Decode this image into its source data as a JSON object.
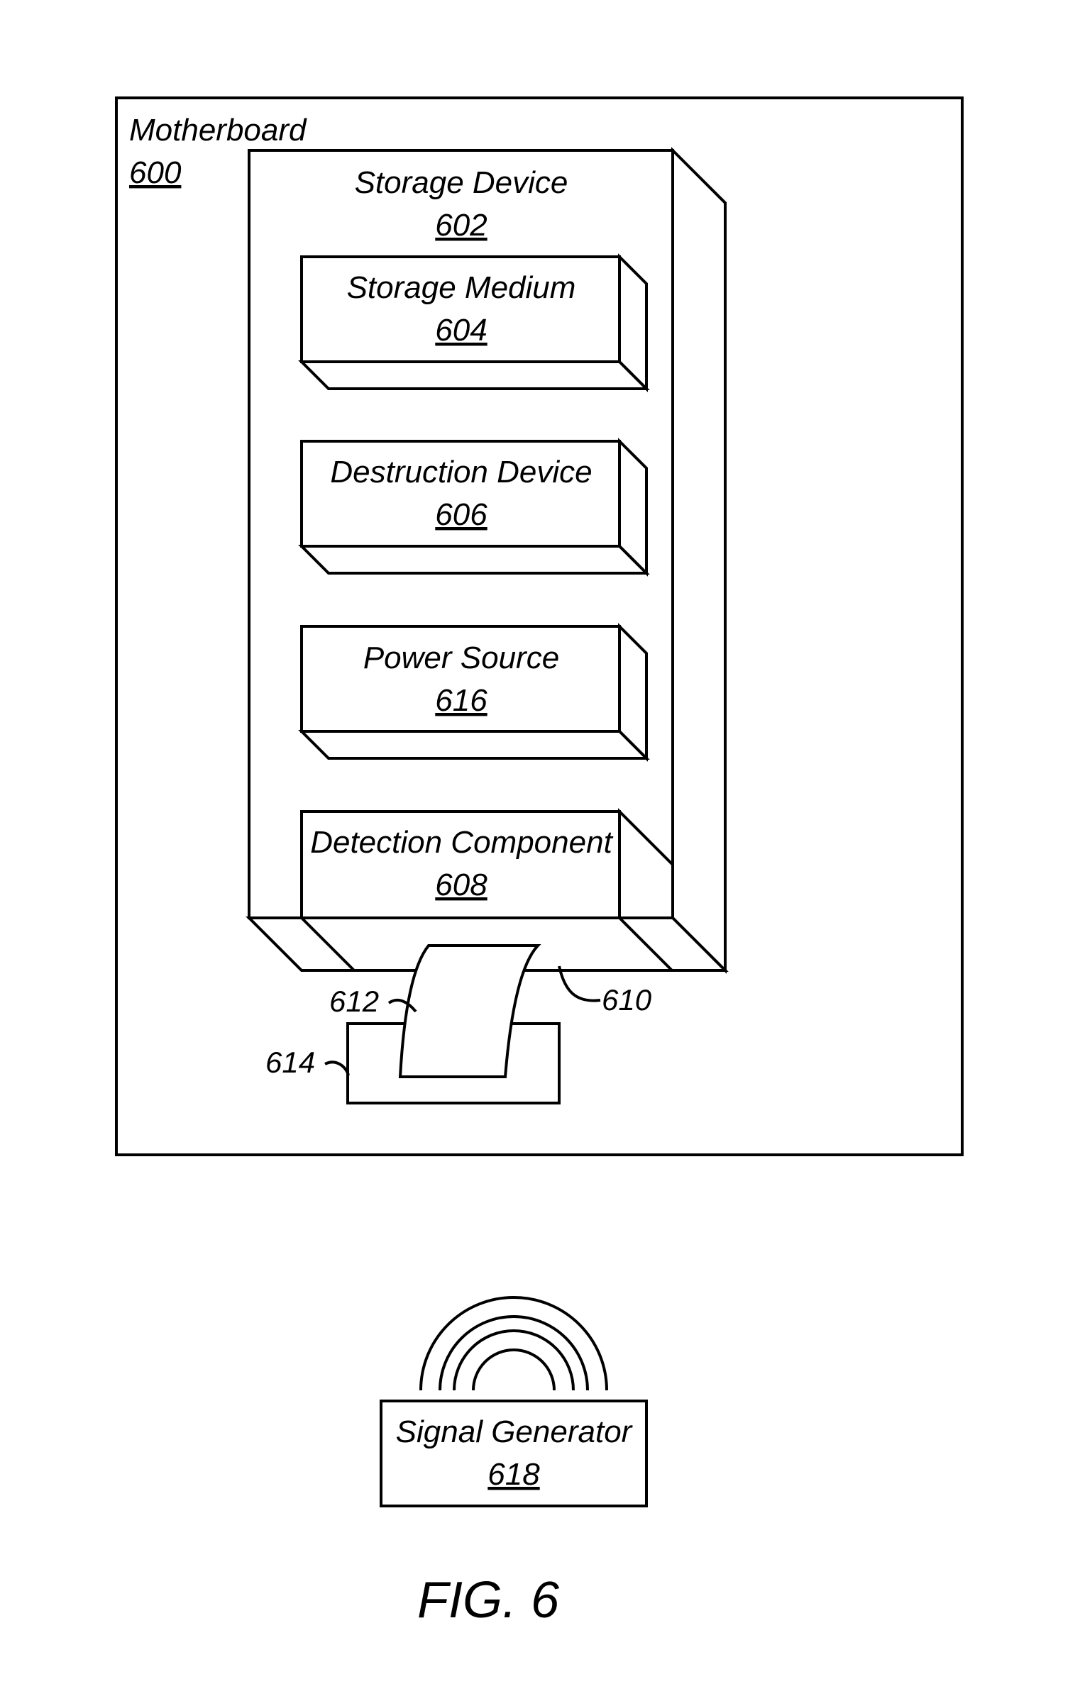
{
  "motherboard": {
    "label": "Motherboard",
    "ref": "600"
  },
  "storage_device": {
    "label": "Storage Device",
    "ref": "602"
  },
  "storage_medium": {
    "label": "Storage Medium",
    "ref": "604"
  },
  "destruction_device": {
    "label": "Destruction Device",
    "ref": "606"
  },
  "power_source": {
    "label": "Power Source",
    "ref": "616"
  },
  "detection_component": {
    "label": "Detection Component",
    "ref": "608"
  },
  "callouts": {
    "connector": "610",
    "flex_cable": "612",
    "socket": "614"
  },
  "signal_generator": {
    "label": "Signal Generator",
    "ref": "618"
  },
  "figure_title": "FIG. 6"
}
